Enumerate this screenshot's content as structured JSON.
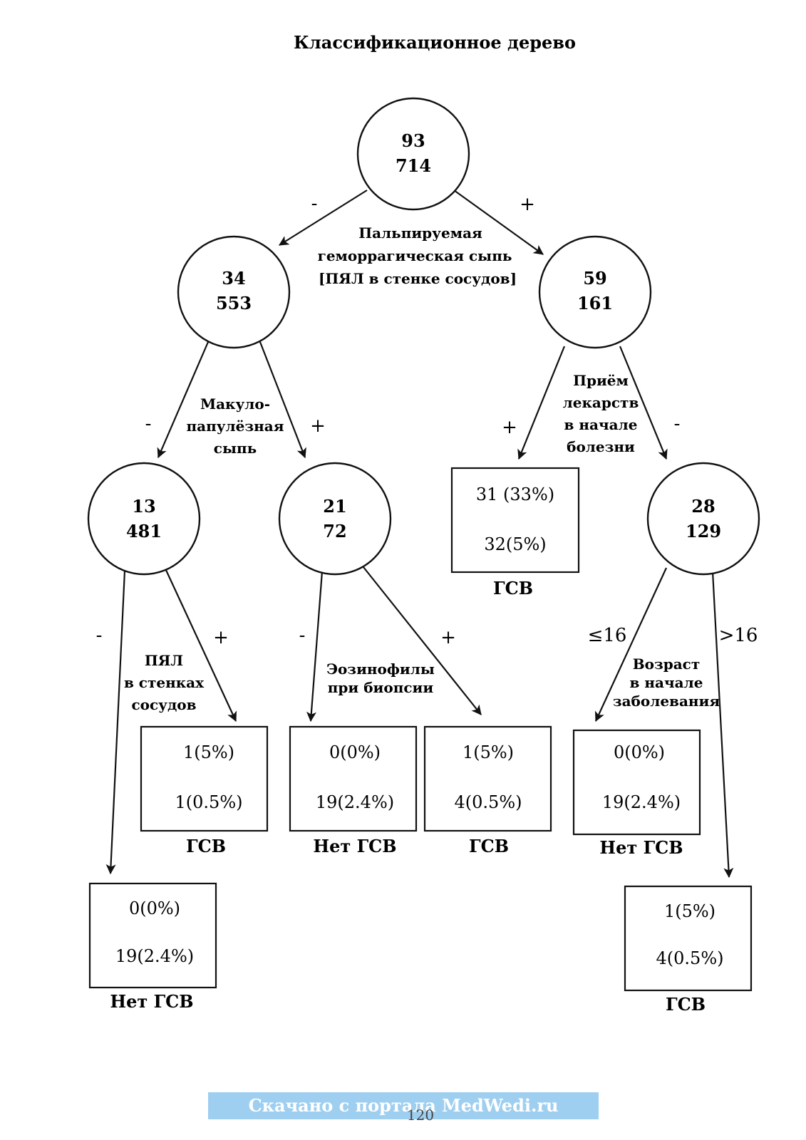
{
  "title": "Классификационное дерево",
  "nodes": {
    "root": {
      "top": "93",
      "bottom": "714"
    },
    "n_left": {
      "top": "34",
      "bottom": "553"
    },
    "n_right": {
      "top": "59",
      "bottom": "161"
    },
    "n_ll": {
      "top": "13",
      "bottom": "481"
    },
    "n_lr": {
      "top": "21",
      "bottom": "72"
    },
    "n_rr": {
      "top": "28",
      "bottom": "129"
    }
  },
  "split_labels": {
    "root": [
      "Пальпируемая",
      "геморрагическая сыпь",
      "[ПЯЛ в стенке сосудов]"
    ],
    "n_left": [
      "Макуло-",
      "папулёзная",
      "сыпь"
    ],
    "n_right": [
      "Приём",
      "лекарств",
      "в начале",
      "болезни"
    ],
    "n_ll": [
      "ПЯЛ",
      "в стенках",
      "сосудов"
    ],
    "n_lr": [
      "Эозинофилы",
      "при биопсии"
    ],
    "n_rr": [
      "Возраст",
      "в начале",
      "заболевания"
    ]
  },
  "edge_labels": {
    "root_minus": "-",
    "root_plus": "+",
    "left_minus": "-",
    "left_plus": "+",
    "right_plus": "+",
    "right_minus": "-",
    "ll_minus": "-",
    "ll_plus": "+",
    "lr_minus": "-",
    "lr_plus": "+",
    "rr_le": "≤16",
    "rr_gt": ">16"
  },
  "leaves": {
    "right_plus": {
      "line1": "31 (33%)",
      "line2": "32(5%)",
      "class": "ГСВ"
    },
    "ll_plus": {
      "line1": "1(5%)",
      "line2": "1(0.5%)",
      "class": "ГСВ"
    },
    "lr_minus": {
      "line1": "0(0%)",
      "line2": "19(2.4%)",
      "class": "Нет ГСВ"
    },
    "lr_plus": {
      "line1": "1(5%)",
      "line2": "4(0.5%)",
      "class": "ГСВ"
    },
    "rr_le": {
      "line1": "0(0%)",
      "line2": "19(2.4%)",
      "class": "Нет ГСВ"
    },
    "ll_minus": {
      "line1": "0(0%)",
      "line2": "19(2.4%)",
      "class": "Нет ГСВ"
    },
    "rr_gt": {
      "line1": "1(5%)",
      "line2": "4(0.5%)",
      "class": "ГСВ"
    }
  },
  "watermark": "Скачано с портала MedWedi.ru",
  "page_number": "120"
}
